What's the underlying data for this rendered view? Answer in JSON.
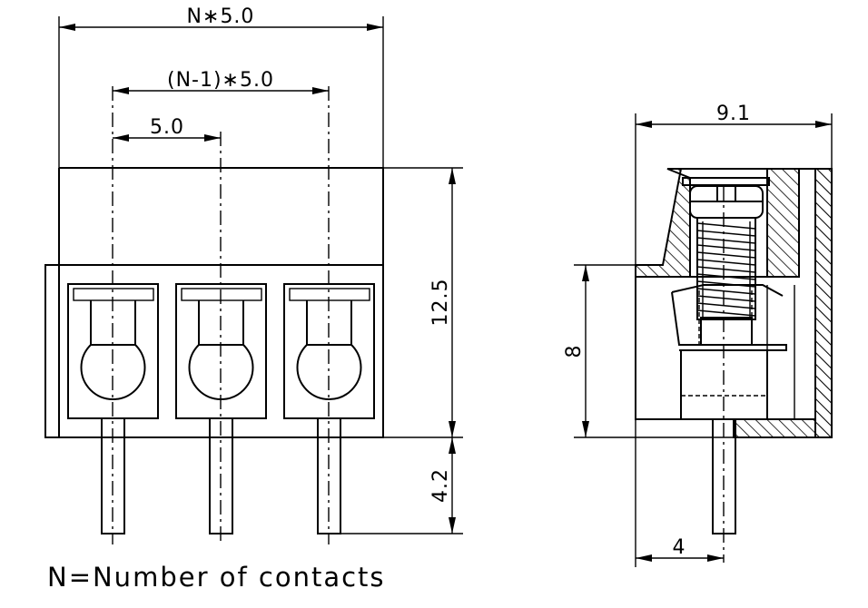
{
  "drawing": {
    "front_view": {
      "dim_total_width": "N∗5.0",
      "dim_pitch_span": "(N-1)∗5.0",
      "dim_pitch": "5.0",
      "dim_body_height": "12.5",
      "dim_pin_length": "4.2"
    },
    "side_view": {
      "dim_depth": "9.1",
      "dim_opening_height": "8",
      "dim_pin_offset": "4"
    },
    "note": "N=Number of contacts"
  }
}
